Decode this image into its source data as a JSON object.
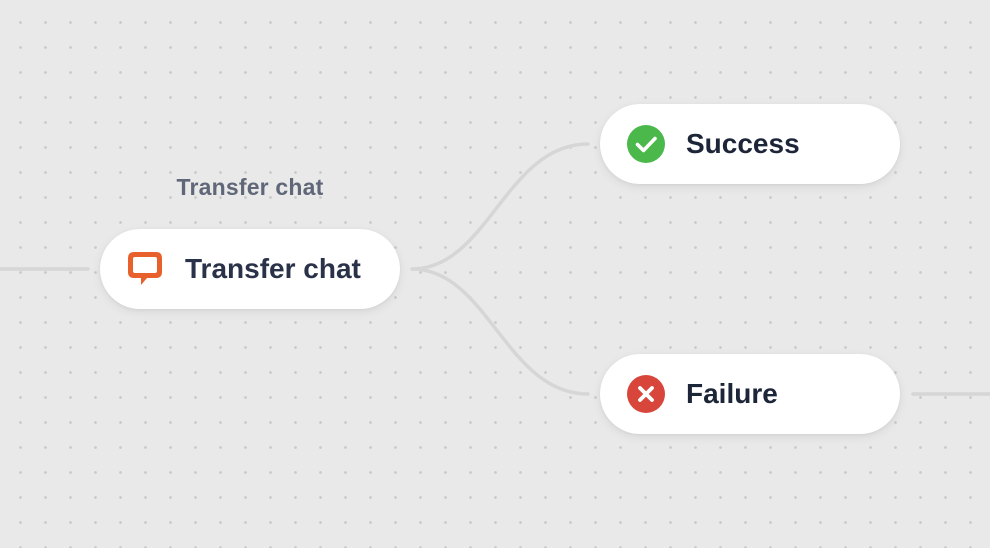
{
  "diagram": {
    "caption": "Transfer chat",
    "main_node": {
      "label": "Transfer chat",
      "icon": "chat-bubble-icon",
      "icon_color": "#e8602c"
    },
    "branches": [
      {
        "label": "Success",
        "icon": "check-circle-icon",
        "icon_color": "#4ab84a"
      },
      {
        "label": "Failure",
        "icon": "x-circle-icon",
        "icon_color": "#d8453a"
      }
    ],
    "colors": {
      "background": "#e9e9e9",
      "connector": "#d6d6d6",
      "node_background": "#ffffff",
      "caption_text": "#5f6778",
      "label_text": "#1d2538"
    }
  }
}
